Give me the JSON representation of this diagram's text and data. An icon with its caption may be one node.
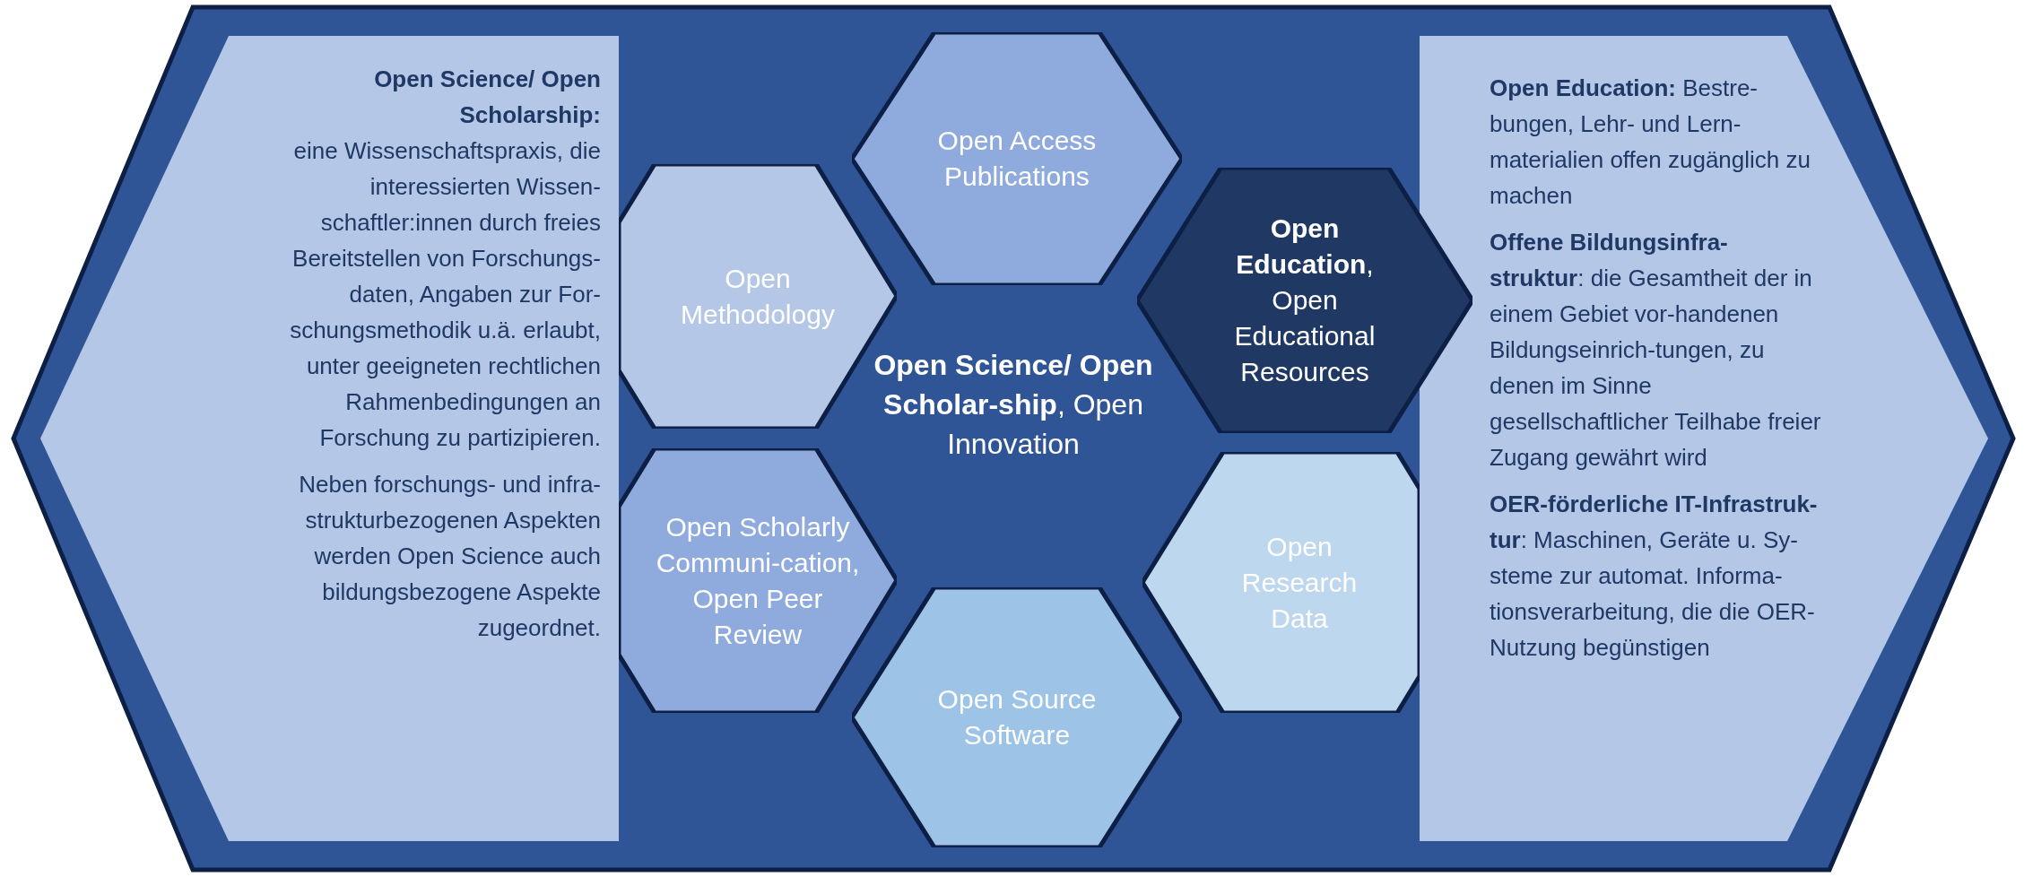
{
  "diagram": {
    "nodes": [
      {
        "text": [
          "**Open Science/ Open Scholar-ship**, Open Innovation"
        ]
      },
      {
        "text": [
          "Open Science/ Open Scholarship:",
          "eine Wissenschaftspraxis, die interessierten Wissen-schaftler:innen durch freies Bereitstellen von Forschungs-daten, Angaben zur For-schungsmethodik u.ä. erlaubt, unter geeigneten rechtlichen Rahmenbedingungen an Forschung zu partizipieren.",
          "Neben forschungs- und infra-strukturbezogenen Aspekten werden Open Science auch bildungsbezogene Aspekte zugeordnet."
        ],
        "in": 0
      },
      {
        "text": [
          "Open Methodology"
        ],
        "in": 0
      },
      {
        "text": [
          "Open Scholarly Communi-cation, Open Peer Review"
        ],
        "in": 0
      },
      {
        "text": [
          "Open Access Publications"
        ],
        "in": 0
      },
      {
        "text": [
          "Open Source Software"
        ],
        "in": 0
      },
      {
        "text": [
          "**Open Education**, Open Educational Resources"
        ],
        "in": 0
      },
      {
        "text": [
          "Open Research Data"
        ],
        "in": 0
      },
      {
        "text": [
          "**Open Education:** Bestre-bungen, Lehr- und Lern-materialien offen zugänglich zu machen",
          "**Offene Bildungsinfra-struktur**: die Gesamtheit der in einem Gebiet vor-handenen Bildungseinrich-tungen, zu denen im Sinne gesellschaftlicher Teilhabe freier Zugang gewährt wird",
          "**OER-förderliche IT-Infrastruk-tur**: Maschinen, Geräte u. Sy-steme zur automat. Informa-tionsverarbeitung, die die OER-Nutzung begünstigen"
        ],
        "in": 0
      }
    ]
  }
}
